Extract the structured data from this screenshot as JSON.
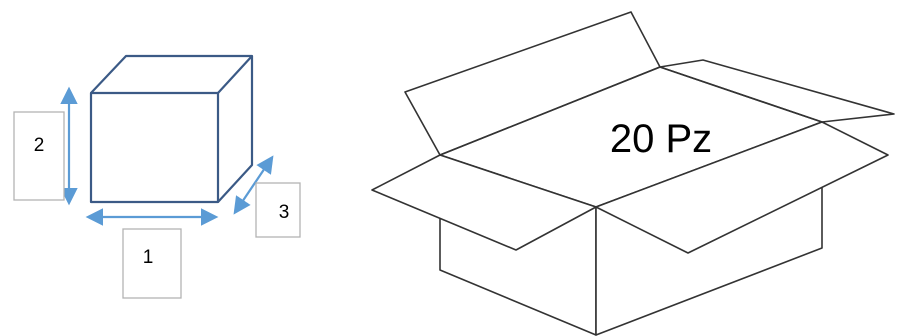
{
  "cube_diagram": {
    "dimension_labels": {
      "dim_1": "1",
      "dim_2": "2",
      "dim_3": "3"
    },
    "cube_stroke_color": "#3b5a86",
    "arrow_color": "#5b9bd5",
    "label_box_border_color": "#b3b3b3"
  },
  "carton": {
    "quantity_label": "20 Pz",
    "stroke_color": "#333333",
    "icon": "open-cardboard-box"
  }
}
